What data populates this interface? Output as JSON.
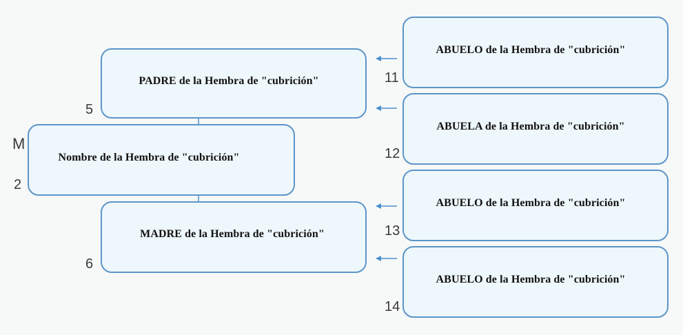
{
  "colors": {
    "box_border": "#5b95c9",
    "box_fill": "#eef7fb",
    "arrow": "#4a8fd0",
    "number_text": "#3a3a3a",
    "label_text": "#111111",
    "background": "#f7f8f8"
  },
  "female": {
    "label": "Nombre de la Hembra de \"cubrición\"",
    "letter": "M",
    "number": "2"
  },
  "father": {
    "label": "PADRE de la Hembra de \"cubrición\"",
    "number": "5"
  },
  "mother": {
    "label": "MADRE de la Hembra de \"cubrición\"",
    "number": "6"
  },
  "grandparents": [
    {
      "label": "ABUELO de la Hembra de \"cubrición\"",
      "number": "11"
    },
    {
      "label": "ABUELA de la Hembra de \"cubrición\"",
      "number": "12"
    },
    {
      "label": "ABUELO de la Hembra de \"cubrición\"",
      "number": "13"
    },
    {
      "label": "ABUELO de la Hembra de \"cubrición\"",
      "number": "14"
    }
  ]
}
